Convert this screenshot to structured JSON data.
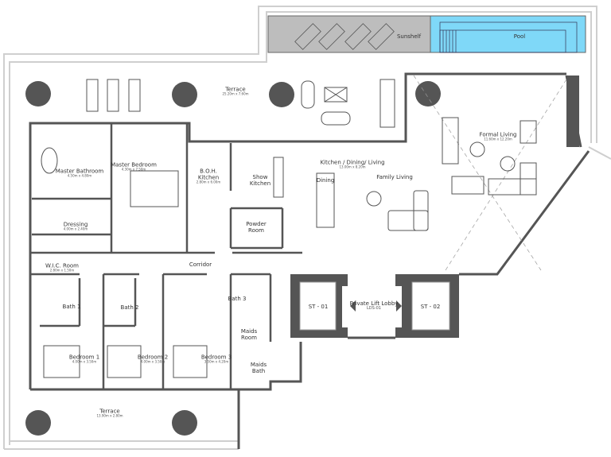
{
  "plan": {
    "colors": {
      "wall": "#5a5a5a",
      "pool": "#7fd8f8",
      "sunshelf": "#bdbdbd",
      "column": "#555555",
      "outline": "#cccccc"
    },
    "rooms": {
      "sunshelf": {
        "name": "Sunshelf"
      },
      "pool": {
        "name": "Pool"
      },
      "terrace_top": {
        "name": "Terrace",
        "dim": "25.20m x 7.60m"
      },
      "master_bathroom": {
        "name": "Master Bathroom",
        "dim": "4.50m x 4.80m"
      },
      "master_bedroom": {
        "name": "Master Bedroom",
        "dim": "4.30m x 7.50m"
      },
      "boh_kitchen": {
        "name": "B.O.H. Kitchen",
        "dim": "2.80m x 6.00m"
      },
      "show_kitchen": {
        "name": "Show Kitchen"
      },
      "kitchen_dining_living": {
        "name": "Kitchen / Dining/ Living",
        "dim": "13.00m x 8.20m"
      },
      "dining": {
        "name": "Dining"
      },
      "family_living": {
        "name": "Family Living"
      },
      "formal_living": {
        "name": "Formal Living",
        "dim": "11.60m x 12.20m"
      },
      "dressing": {
        "name": "Dressing",
        "dim": "4.00m x 2.40m"
      },
      "powder_room": {
        "name": "Powder Room"
      },
      "wic_room": {
        "name": "W.I.C. Room",
        "dim": "2.80m x 1.50m"
      },
      "corridor": {
        "name": "Corridor"
      },
      "bath1": {
        "name": "Bath 1"
      },
      "bath2": {
        "name": "Bath 2"
      },
      "bath3": {
        "name": "Bath 3"
      },
      "maids_room": {
        "name": "Maids Room"
      },
      "maids_bath": {
        "name": "Maids Bath"
      },
      "bedroom1": {
        "name": "Bedroom 1",
        "dim": "4.00m x 3.50m"
      },
      "bedroom2": {
        "name": "Bedroom 2",
        "dim": "4.00m x 3.50m"
      },
      "bedroom3": {
        "name": "Bedroom 3",
        "dim": "3.50m x 4.20m"
      },
      "lift_lobby": {
        "name": "Private Lift Lobby",
        "code": "LDS-01"
      },
      "st01": {
        "name": "ST - 01"
      },
      "st02": {
        "name": "ST - 02"
      },
      "terrace_bottom": {
        "name": "Terrace",
        "dim": "13.90m x 2.80m"
      }
    }
  }
}
